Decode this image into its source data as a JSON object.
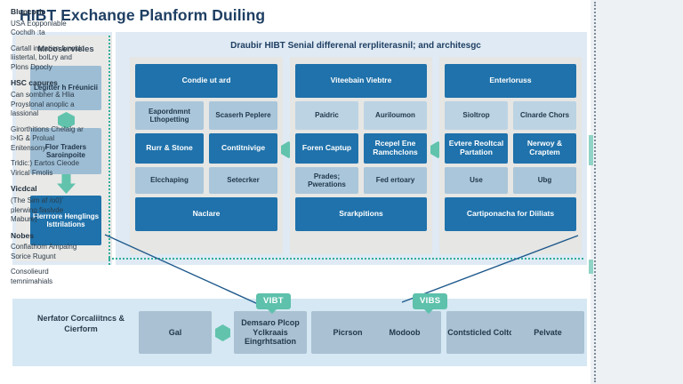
{
  "page": {
    "title": "HIBT Exchange Planform Duiling",
    "accent_teal": "#5dc1ab",
    "accent_blue": "#1f72ab",
    "title_color": "#1f3f63"
  },
  "upper_panel": {
    "left_column": {
      "title": "Mrcoservieles",
      "boxes": [
        {
          "label": "Legitter h Fréunicii",
          "style": "light"
        },
        {
          "label": "Flor Traders Saroinpoite",
          "style": "light"
        },
        {
          "label": "Flerrrore Henglings Isttrilations",
          "style": "dark"
        }
      ]
    },
    "header": "Draubir HIBT Senial differenal rerpliterasnil; and architesgc",
    "groups": [
      {
        "name": "group-1",
        "rows": [
          {
            "type": "full",
            "style": "dark",
            "cells": [
              "Condie ut ard"
            ]
          },
          {
            "type": "split",
            "style": "mid",
            "cells": [
              "Eapordnmnt Lthopetting",
              "Scaserh Peplere"
            ]
          },
          {
            "type": "split",
            "style": "dark",
            "cells": [
              "Rurr & Stone",
              "Contitnivige"
            ]
          },
          {
            "type": "split",
            "style": "mid",
            "cells": [
              "Elcchaping",
              "Setecrker"
            ]
          },
          {
            "type": "full",
            "style": "dark",
            "cells": [
              "Naclare"
            ]
          }
        ]
      },
      {
        "name": "group-2",
        "rows": [
          {
            "type": "full",
            "style": "dark",
            "cells": [
              "Viteebain Viebtre"
            ]
          },
          {
            "type": "split",
            "style": "light",
            "cells": [
              "Paidric",
              "Auriloumon"
            ]
          },
          {
            "type": "split",
            "style": "dark",
            "cells": [
              "Foren Captup",
              "Rcepel Ene Ramchclons"
            ]
          },
          {
            "type": "split",
            "style": "mid",
            "cells": [
              "Prades; Pwerations",
              "Fed ertoary"
            ]
          },
          {
            "type": "full",
            "style": "dark",
            "cells": [
              "Srarkpitions"
            ]
          }
        ]
      },
      {
        "name": "group-3",
        "rows": [
          {
            "type": "full",
            "style": "dark",
            "cells": [
              "Enterloruss"
            ]
          },
          {
            "type": "split",
            "style": "light",
            "cells": [
              "Sioltrop",
              "Clnarde Chors"
            ]
          },
          {
            "type": "split",
            "style": "dark",
            "cells": [
              "Evtere Reoltcal Partation",
              "Nerwoy & Craptem"
            ]
          },
          {
            "type": "split",
            "style": "mid",
            "cells": [
              "Use",
              "Ubg"
            ]
          },
          {
            "type": "full",
            "style": "dark",
            "cells": [
              "Cartiponacha for Diiliats"
            ]
          }
        ]
      }
    ]
  },
  "lower_panel": {
    "label": "Nerfator Corcaliitncs & Cierform",
    "boxes": [
      "Gal",
      "Demsaro Plcop Yclkraais Eingrhtsation",
      "Picrson",
      "Modoob",
      "Contsticled Coltos",
      "Pelvate"
    ]
  },
  "tags": [
    {
      "name": "tag-vibt",
      "label": "VIBT"
    },
    {
      "name": "tag-vibs",
      "label": "VIBS"
    }
  ],
  "notes": [
    {
      "heading": "Blupcoric",
      "paragraphs": [
        "USA Eopponlable Cochdh :ta",
        "Cartall imcation funrrdo liistertal, bolLry and Plons Dpocly"
      ]
    },
    {
      "heading": "HSC capures",
      "paragraphs": [
        "Can sombher & Hlia Proyslonal anoplic a lassional",
        "Girorthitions Chelalg ar l>lG & Prolual Enitensony",
        "Trldic:) Eartos Cieode Virical Fmolis"
      ]
    },
    {
      "heading": "Vicdcal",
      "paragraphs": [
        "(The Sim af /o0)' plerwing fiaslvde Mabure)"
      ]
    },
    {
      "heading": "Nobes",
      "paragraphs": [
        "Conflathom Ampalng Sorice Rugunt",
        "Consolieurd temnimahials"
      ]
    }
  ]
}
